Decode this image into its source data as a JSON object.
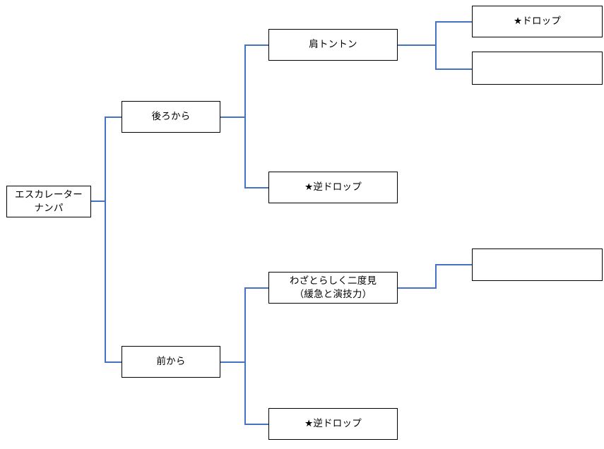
{
  "diagram": {
    "type": "tree-diagram",
    "title": "エスカレーターナンパ",
    "line_color": "#4472c4",
    "box_border_color": "#000000",
    "background_color": "#ffffff",
    "nodes": {
      "root": {
        "label": "エスカレーター\nナンパ"
      },
      "branch_back": {
        "label": "後ろから"
      },
      "branch_front": {
        "label": "前から"
      },
      "back_child_1": {
        "label": "肩トントン"
      },
      "back_child_2": {
        "label": "★逆ドロップ"
      },
      "front_child_1": {
        "label": "わざとらしく二度見\n（緩急と演技力）"
      },
      "front_child_2": {
        "label": "★逆ドロップ"
      },
      "leaf_1": {
        "label": "★ドロップ"
      },
      "leaf_2": {
        "label": ""
      },
      "leaf_3": {
        "label": ""
      }
    }
  }
}
